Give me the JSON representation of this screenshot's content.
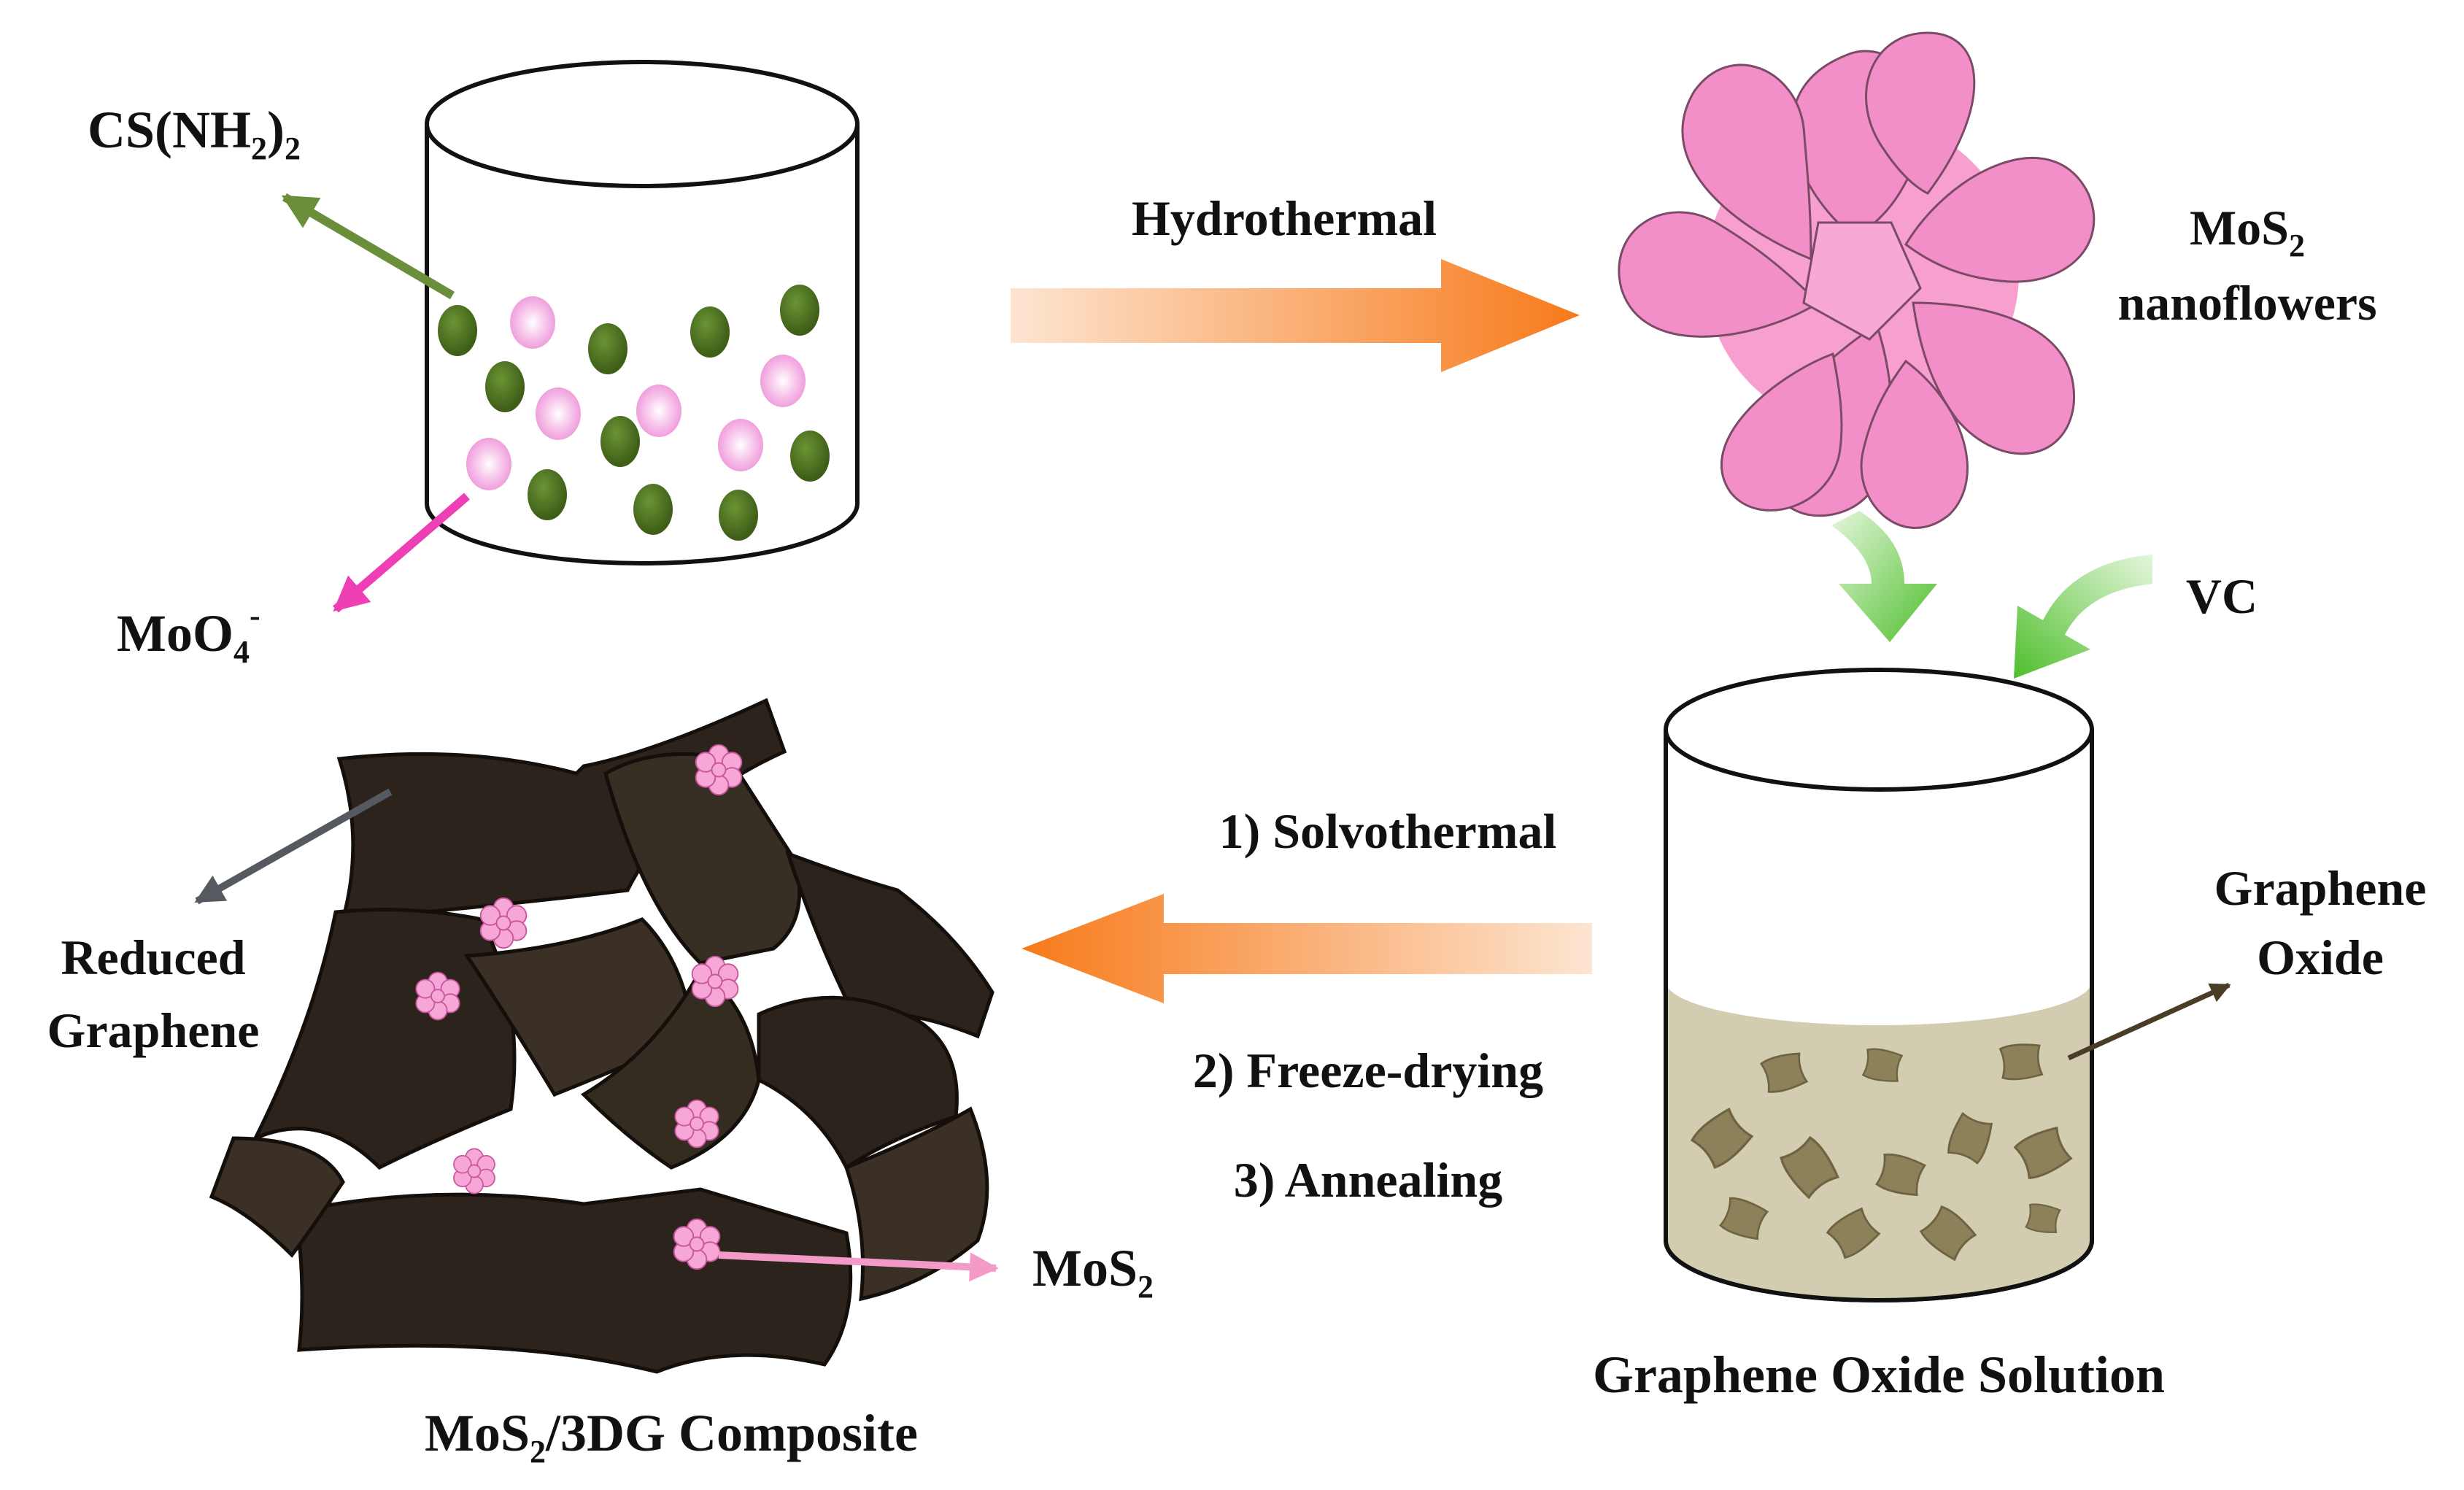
{
  "labels": {
    "thiourea_main": "CS(NH",
    "thiourea_sub1": "2",
    "thiourea_close": ")",
    "thiourea_sub2": "2",
    "molybdate_main": "MoO",
    "molybdate_sub": "4",
    "molybdate_sup": "-",
    "hydrothermal": "Hydrothermal",
    "mos2_nanoflowers_line1_main": "MoS",
    "mos2_nanoflowers_line1_sub": "2",
    "mos2_nanoflowers_line2": "nanoflowers",
    "vc": "VC",
    "graphene_oxide_line1": "Graphene",
    "graphene_oxide_line2": "Oxide",
    "graphene_oxide_solution": "Graphene Oxide Solution",
    "step1": "1) Solvothermal",
    "step2": "2) Freeze-drying",
    "step3": "3) Annealing",
    "reduced_graphene_line1": "Reduced",
    "reduced_graphene_line2": "Graphene",
    "mos2_main": "MoS",
    "mos2_sub": "2",
    "composite_main": "MoS",
    "composite_sub": "2",
    "composite_rest": "/3DG Composite"
  },
  "colors": {
    "thiourea_particle": "#4e7222",
    "molybdate_particle": "#f4aee0",
    "thiourea_arrow": "#6a8e3a",
    "molybdate_arrow": "#ef3fb4",
    "process_arrow": "#f77a1a",
    "green_arrow": "#5fc63b",
    "nanoflower": "#f28fc8",
    "solution": "#d2cdb0",
    "graphene_flake": "#8d815a",
    "reduced_graphene": "#2c241c",
    "pointer_gray": "#555a60",
    "pointer_brown": "#4a3d28",
    "pointer_pink": "#f49ac9"
  }
}
